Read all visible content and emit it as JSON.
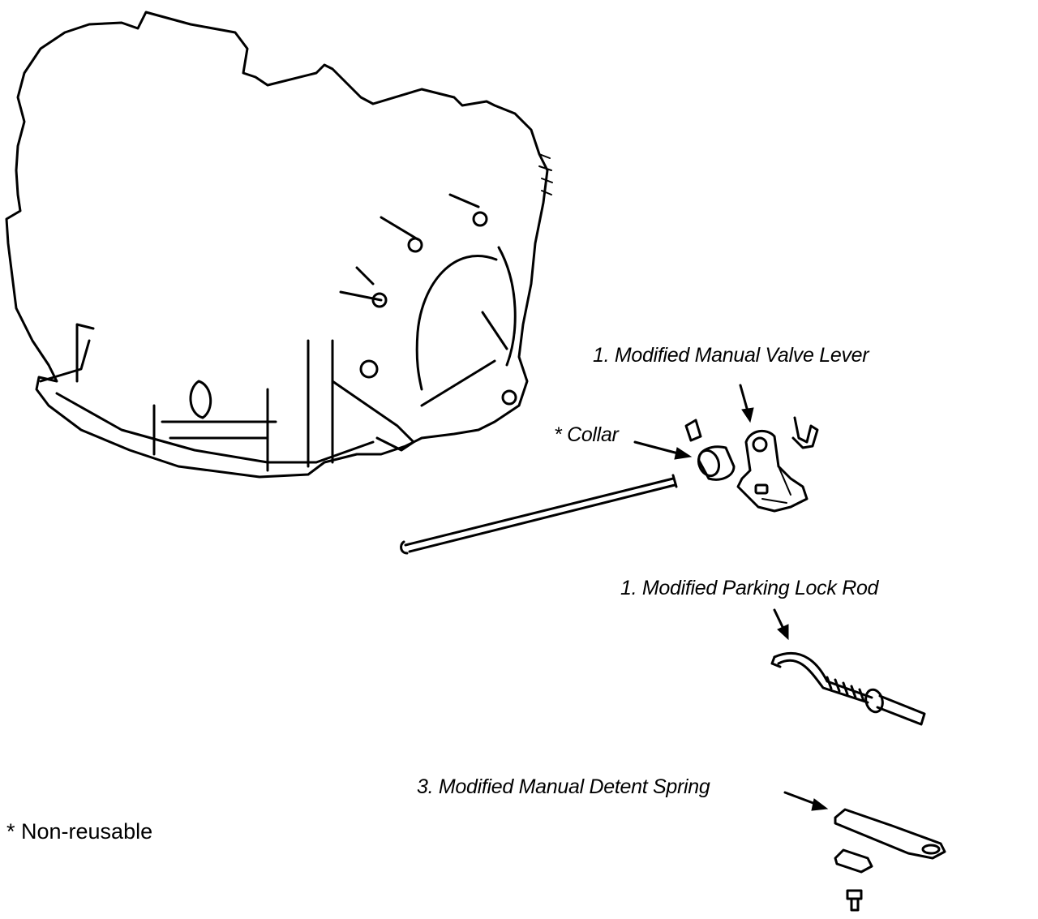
{
  "labels": {
    "valve_lever": "1. Modified Manual Valve Lever",
    "collar": "* Collar",
    "parking_lock_rod": "1. Modified Parking Lock Rod",
    "detent_spring": "3. Modified Manual Detent Spring",
    "non_reusable_note": "* Non-reusable"
  },
  "colors": {
    "line": "#000000",
    "background": "#ffffff"
  }
}
